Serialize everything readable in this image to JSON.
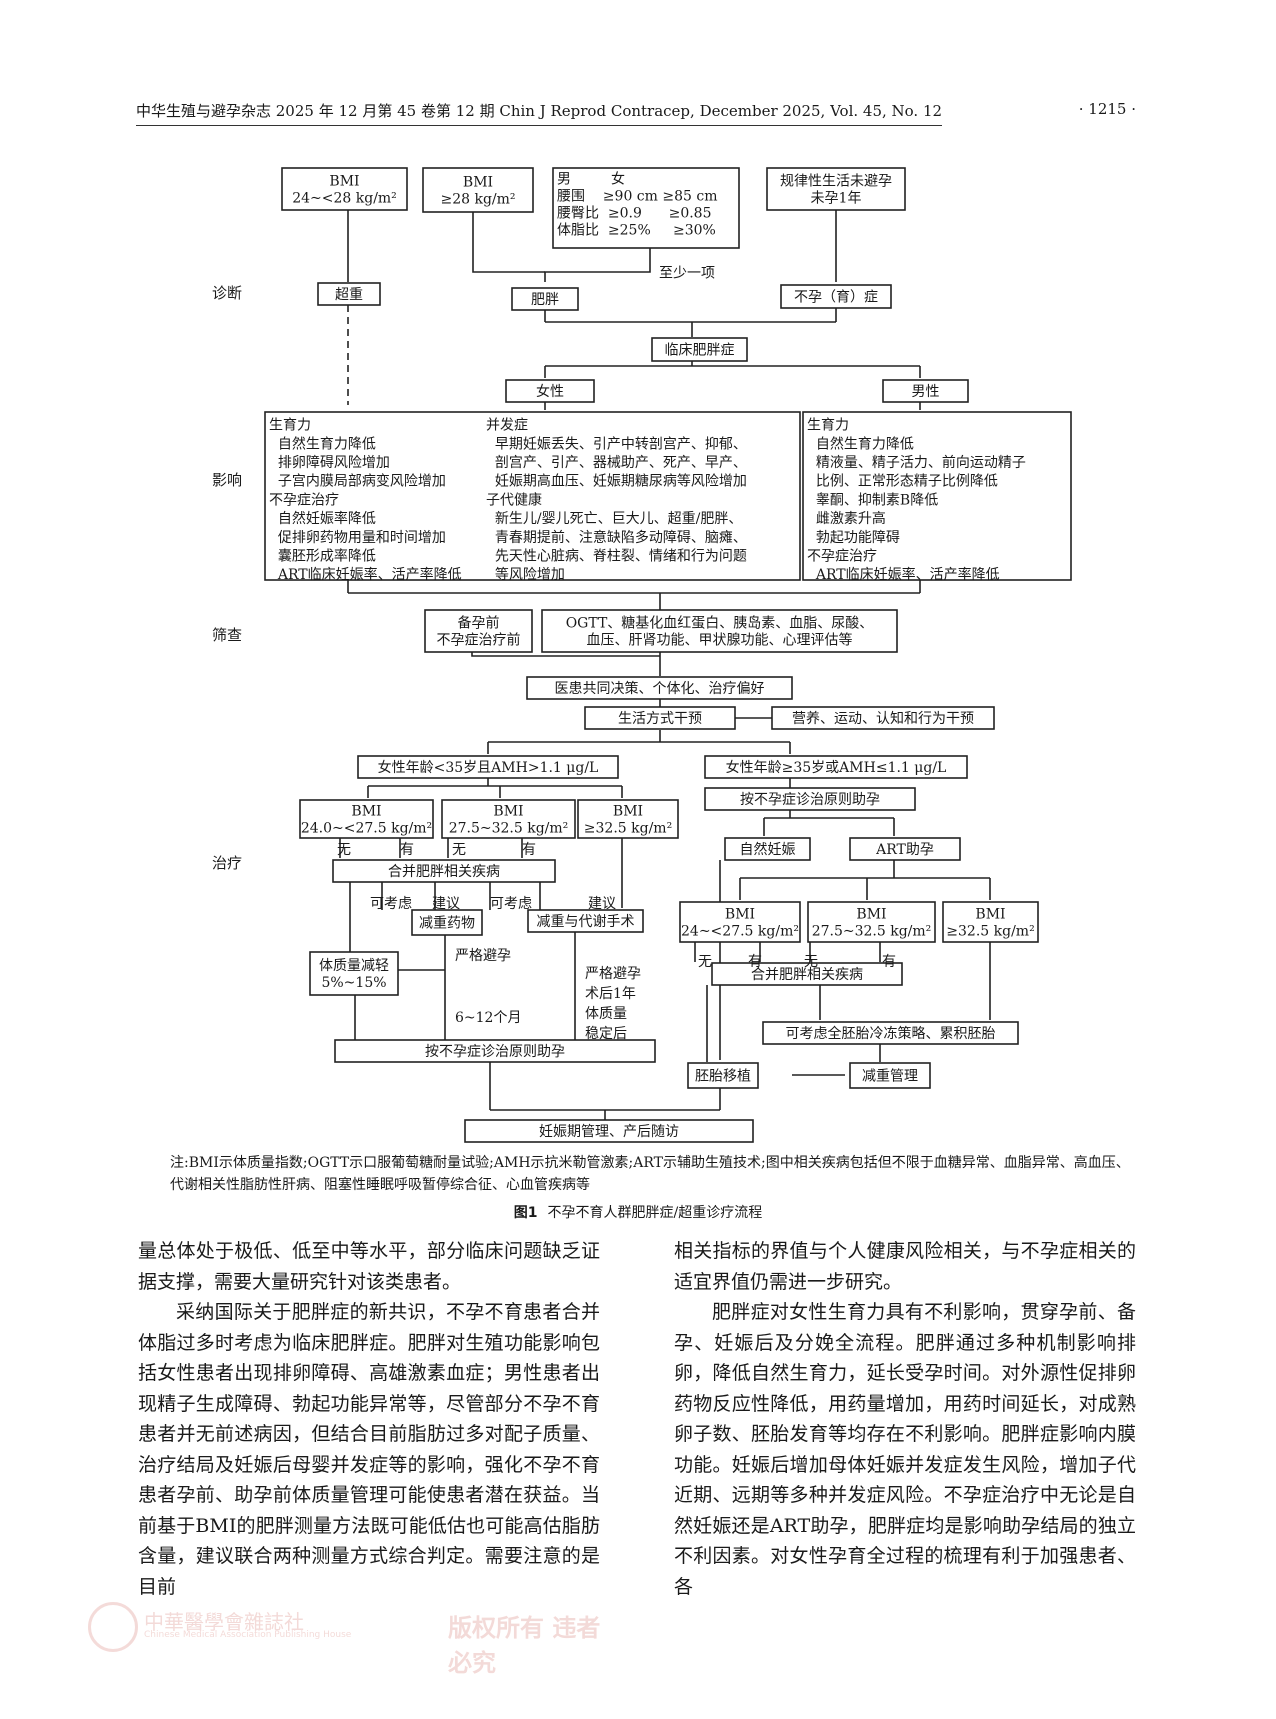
{
  "header": {
    "left": "中华生殖与避孕杂志 2025 年 12 月第 45 卷第 12 期   Chin J Reprod Contracep, December 2025, Vol. 45, No. 12",
    "right": "· 1215 ·"
  },
  "flow": {
    "side_labels": [
      "诊断",
      "影响",
      "筛查",
      "治疗"
    ],
    "nodes": [
      {
        "lines": [
          "BMI",
          "24~<28 kg/m²"
        ]
      },
      {
        "lines": [
          "BMI",
          "≥28 kg/m²"
        ]
      },
      {
        "lines": [
          "男         女",
          "腰围    ≥90 cm ≥85 cm",
          "腰臀比  ≥0.9      ≥0.85",
          "体脂比  ≥25%     ≥30%"
        ]
      },
      {
        "lines": [
          "规律性生活未避孕",
          "未孕1年"
        ]
      },
      {
        "lines": [
          "至少一项"
        ]
      },
      {
        "lines": [
          "超重"
        ]
      },
      {
        "lines": [
          "肥胖"
        ]
      },
      {
        "lines": [
          "不孕（育）症"
        ]
      },
      {
        "lines": [
          "临床肥胖症"
        ]
      },
      {
        "lines": [
          "女性"
        ]
      },
      {
        "lines": [
          "男性"
        ]
      },
      {
        "lines": [
          "生育力",
          "  自然生育力降低",
          "  排卵障碍风险增加",
          "  子宫内膜局部病变风险增加",
          "不孕症治疗",
          "  自然妊娠率降低",
          "  促排卵药物用量和时间增加",
          "  囊胚形成率降低",
          "  ART临床妊娠率、活产率降低"
        ]
      },
      {
        "lines": [
          "并发症",
          "  早期妊娠丢失、引产中转剖宫产、抑郁、",
          "  剖宫产、引产、器械助产、死产、早产、",
          "  妊娠期高血压、妊娠期糖尿病等风险增加",
          "子代健康",
          "  新生儿/婴儿死亡、巨大儿、超重/肥胖、",
          "  青春期提前、注意缺陷多动障碍、脑瘫、",
          "  先天性心脏病、脊柱裂、情绪和行为问题",
          "  等风险增加"
        ]
      },
      {
        "lines": [
          "生育力",
          "  自然生育力降低",
          "  精液量、精子活力、前向运动精子",
          "  比例、正常形态精子比例降低",
          "  睾酮、抑制素B降低",
          "  雌激素升高",
          "  勃起功能障碍",
          "不孕症治疗",
          "  ART临床妊娠率、活产率降低"
        ]
      },
      {
        "lines": [
          "备孕前",
          "不孕症治疗前"
        ]
      },
      {
        "lines": [
          "OGTT、糖基化血红蛋白、胰岛素、血脂、尿酸、",
          "血压、肝肾功能、甲状腺功能、心理评估等"
        ]
      },
      {
        "lines": [
          "医患共同决策、个体化、治疗偏好"
        ]
      },
      {
        "lines": [
          "生活方式干预"
        ]
      },
      {
        "lines": [
          "营养、运动、认知和行为干预"
        ]
      },
      {
        "lines": [
          "女性年龄<35岁且AMH>1.1 μg/L"
        ]
      },
      {
        "lines": [
          "女性年龄≥35岁或AMH≤1.1 μg/L"
        ]
      },
      {
        "lines": [
          "按不孕症诊治原则助孕"
        ]
      },
      {
        "lines": [
          "BMI",
          "24.0~<27.5 kg/m²"
        ]
      },
      {
        "lines": [
          "BMI",
          "27.5~32.5 kg/m²"
        ]
      },
      {
        "lines": [
          "BMI",
          "≥32.5 kg/m²"
        ]
      },
      {
        "lines": [
          "自然妊娠"
        ]
      },
      {
        "lines": [
          "ART助孕"
        ]
      },
      {
        "lines": [
          "合并肥胖相关疾病"
        ]
      },
      {
        "lines": [
          "减重药物"
        ]
      },
      {
        "lines": [
          "减重与代谢手术"
        ]
      },
      {
        "lines": [
          "BMI",
          "24~<27.5 kg/m²"
        ]
      },
      {
        "lines": [
          "BMI",
          "27.5~32.5 kg/m²"
        ]
      },
      {
        "lines": [
          "BMI",
          "≥32.5 kg/m²"
        ]
      },
      {
        "lines": [
          "合并肥胖相关疾病"
        ]
      },
      {
        "lines": [
          "体质量减轻",
          "5%~15%"
        ]
      },
      {
        "lines": [
          "可考虑全胚胎冷冻策略、累积胚胎"
        ]
      },
      {
        "lines": [
          "按不孕症诊治原则助孕"
        ]
      },
      {
        "lines": [
          "胚胎移植"
        ]
      },
      {
        "lines": [
          "减重管理"
        ]
      },
      {
        "lines": [
          "妊娠期管理、产后随访"
        ]
      }
    ],
    "edge_labels": [
      "无",
      "有",
      "无",
      "有",
      "可考虑",
      "建议",
      "可考虑",
      "建议",
      "严格避孕",
      "6~12个月",
      "严格避孕",
      "术后1年",
      "体质量",
      "稳定后",
      "无",
      "有",
      "无",
      "有"
    ]
  },
  "note": "注:BMI示体质量指数;OGTT示口服葡萄糖耐量试验;AMH示抗米勒管激素;ART示辅助生殖技术;图中相关疾病包括但不限于血糖异常、血脂异常、高血压、代谢相关性脂肪性肝病、阻塞性睡眠呼吸暂停综合征、心血管疾病等",
  "caption": {
    "num": "图1",
    "text": "不孕不育人群肥胖症/超重诊疗流程"
  },
  "body": {
    "left": [
      "量总体处于极低、低至中等水平，部分临床问题缺乏证据支撑，需要大量研究针对该类患者。",
      "采纳国际关于肥胖症的新共识，不孕不育患者合并体脂过多时考虑为临床肥胖症。肥胖对生殖功能影响包括女性患者出现排卵障碍、高雄激素血症；男性患者出现精子生成障碍、勃起功能异常等，尽管部分不孕不育患者并无前述病因，但结合目前脂肪过多对配子质量、治疗结局及妊娠后母婴并发症等的影响，强化不孕不育患者孕前、助孕前体质量管理可能使患者潜在获益。当前基于BMI的肥胖测量方法既可能低估也可能高估脂肪含量，建议联合两种测量方式综合判定。需要注意的是目前"
    ],
    "right": [
      "相关指标的界值与个人健康风险相关，与不孕症相关的适宜界值仍需进一步研究。",
      "肥胖症对女性生育力具有不利影响，贯穿孕前、备孕、妊娠后及分娩全流程。肥胖通过多种机制影响排卵，降低自然生育力，延长受孕时间。对外源性促排卵药物反应性降低，用药量增加，用药时间延长，对成熟卵子数、胚胎发育等均存在不利影响。肥胖症影响内膜功能。妊娠后增加母体妊娠并发症发生风险，增加子代近期、远期等多种并发症风险。不孕症治疗中无论是自然妊娠还是ART助孕，肥胖症均是影响助孕结局的独立不利因素。对女性孕育全过程的梳理有利于加强患者、各"
    ]
  },
  "footer": {
    "org": "中華醫學會雜誌社",
    "org_en": "Chinese Medical Association Publishing House",
    "tag": "版权所有 违者必究"
  }
}
